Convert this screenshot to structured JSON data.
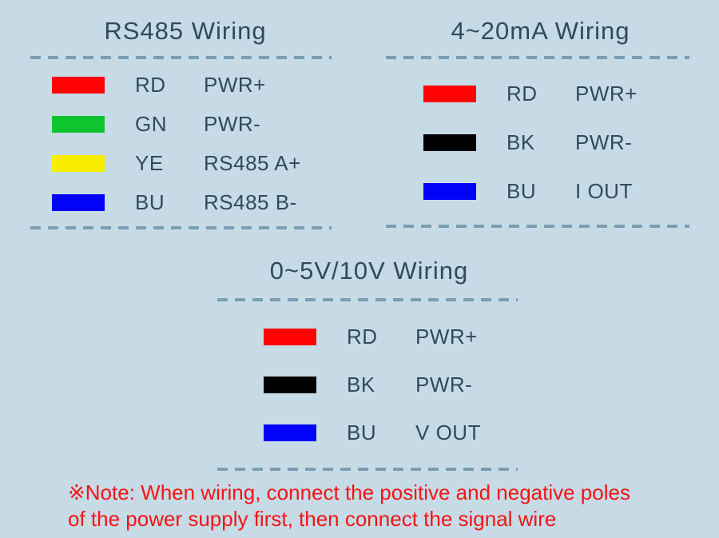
{
  "canvas": {
    "background": "#c7dbe7",
    "text_color": "#2e4b5c",
    "dash_color": "#7b9db2",
    "note_color": "#f31414"
  },
  "sections": [
    {
      "id": "rs485",
      "title": "RS485 Wiring",
      "rows": [
        {
          "color": "#ff0101",
          "color_name": "red",
          "code": "RD",
          "signal": "PWR+"
        },
        {
          "color": "#0fc52f",
          "color_name": "green",
          "code": "GN",
          "signal": "PWR-"
        },
        {
          "color": "#f9ee00",
          "color_name": "yellow",
          "code": "YE",
          "signal": "RS485 A+"
        },
        {
          "color": "#0201fa",
          "color_name": "blue",
          "code": "BU",
          "signal": "RS485 B-"
        }
      ]
    },
    {
      "id": "4-20ma",
      "title": "4~20mA Wiring",
      "rows": [
        {
          "color": "#ff0101",
          "color_name": "red",
          "code": "RD",
          "signal": "PWR+"
        },
        {
          "color": "#000000",
          "color_name": "black",
          "code": "BK",
          "signal": "PWR-"
        },
        {
          "color": "#0201fa",
          "color_name": "blue",
          "code": "BU",
          "signal": "I OUT"
        }
      ]
    },
    {
      "id": "0-5v-10v",
      "title": "0~5V/10V Wiring",
      "rows": [
        {
          "color": "#ff0101",
          "color_name": "red",
          "code": "RD",
          "signal": "PWR+"
        },
        {
          "color": "#000000",
          "color_name": "black",
          "code": "BK",
          "signal": "PWR-"
        },
        {
          "color": "#0201fa",
          "color_name": "blue",
          "code": "BU",
          "signal": "V OUT"
        }
      ]
    }
  ],
  "note": {
    "lines": [
      "※Note: When wiring, connect the positive and negative poles",
      "of the power supply first, then connect the signal wire"
    ]
  }
}
